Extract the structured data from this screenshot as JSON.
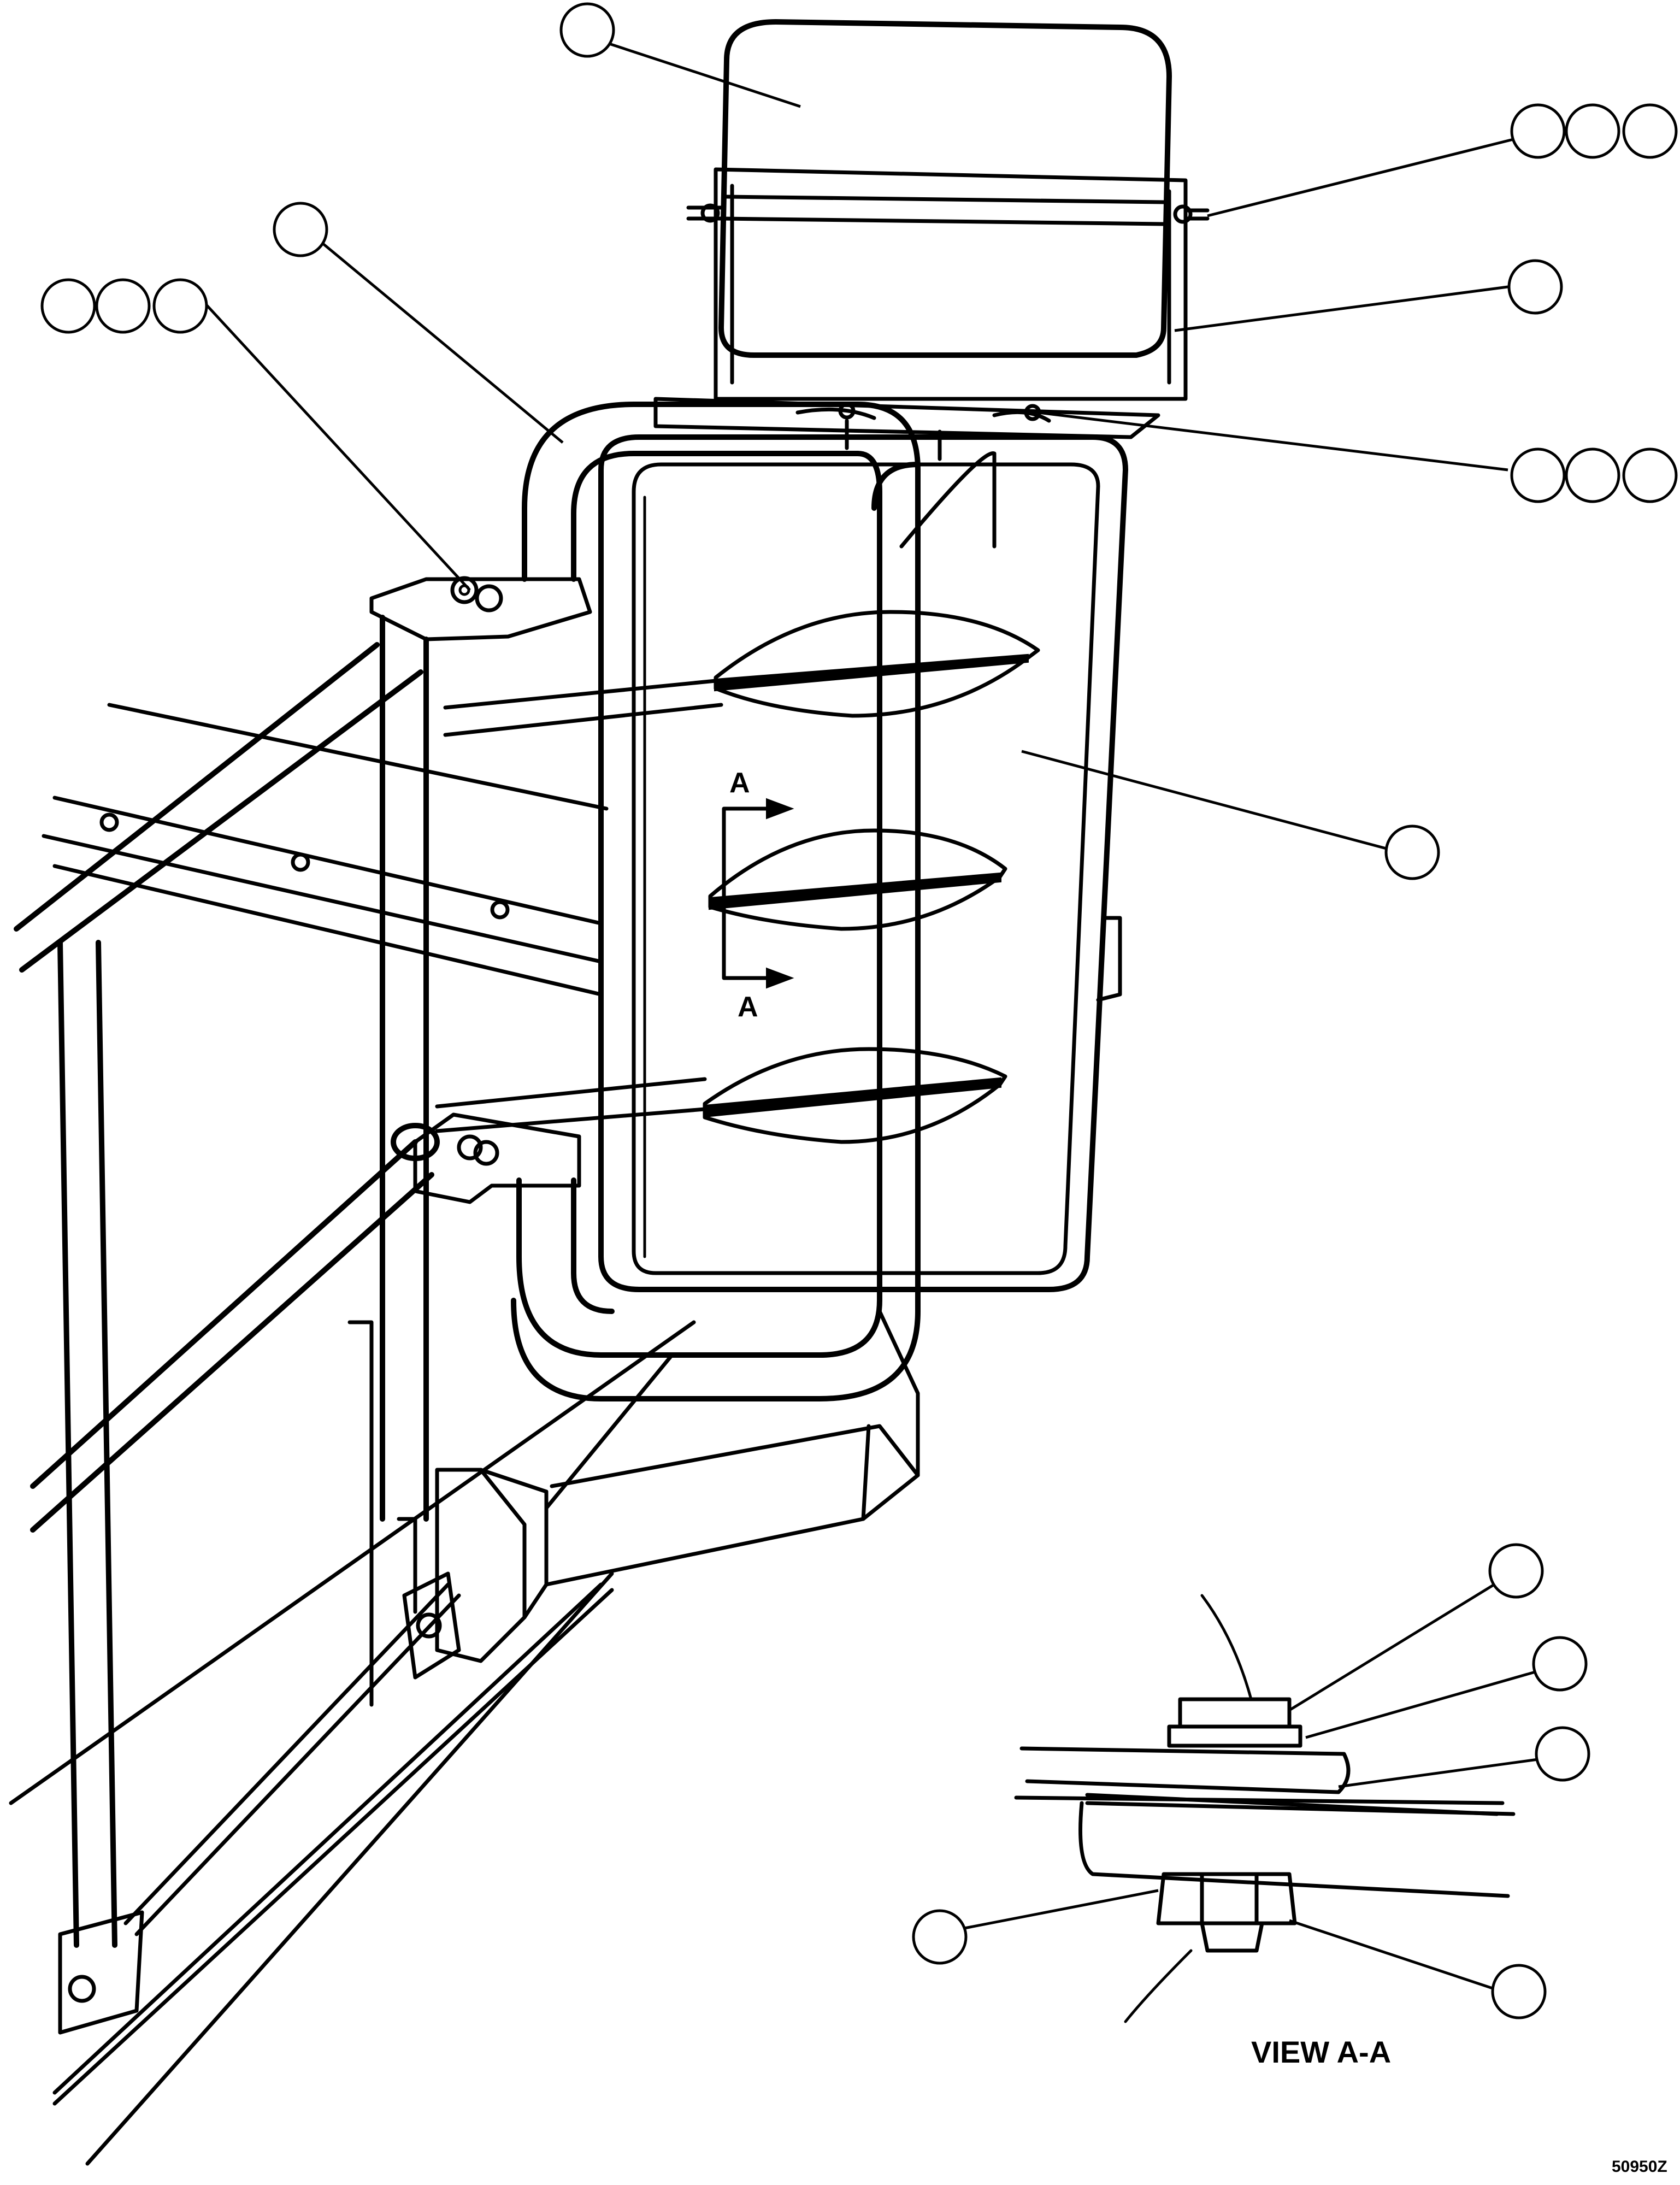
{
  "section_marker": {
    "letter_top": "A",
    "letter_bottom": "A"
  },
  "view_title": "VIEW A-A",
  "drawing_number": "50950Z"
}
